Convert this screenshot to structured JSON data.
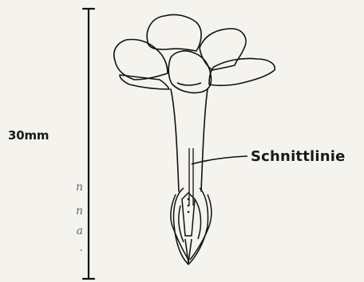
{
  "figure": {
    "scale_label": "30mm",
    "cut_label": "Schnittlinie"
  },
  "page_fragments": [
    "n",
    "n",
    "a",
    "."
  ]
}
